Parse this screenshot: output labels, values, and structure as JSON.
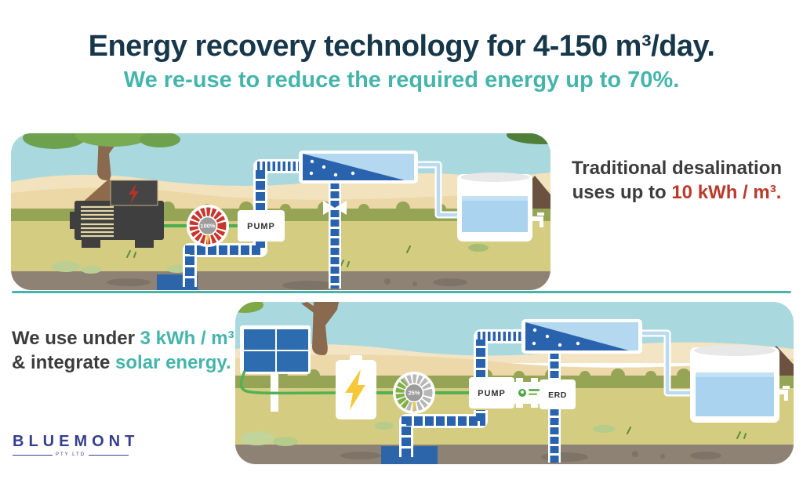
{
  "header": {
    "title": "Energy recovery technology for 4-150 m³/day.",
    "subtitle": "We re-use to reduce the required energy up to 70%."
  },
  "traditional": {
    "caption_line1": "Traditional desalination",
    "caption_line2_prefix": "uses up to ",
    "caption_line2_value": "10 kWh / m³.",
    "gauge_value": "100%",
    "pump_label": "PUMP"
  },
  "solar": {
    "caption_line1_prefix": "We use under ",
    "caption_line1_value": "3 kWh / m³",
    "caption_line2_prefix": "& integrate ",
    "caption_line2_value": "solar energy.",
    "gauge_value": "25%",
    "pump_label": "PUMP",
    "erd_label": "ERD"
  },
  "brand": {
    "name": "BLUEMONT",
    "suffix": "PTY LTD"
  },
  "colors": {
    "title_navy": "#17374a",
    "accent_teal": "#45b5ab",
    "alert_red": "#bb3a2c",
    "text_dark": "#3c3c3c",
    "brand_navy": "#353f8e",
    "pipe_blue": "#2a63ad",
    "wire_green": "#53b054",
    "gauge_red": "#c8372d",
    "gauge_green": "#7cb23e"
  }
}
